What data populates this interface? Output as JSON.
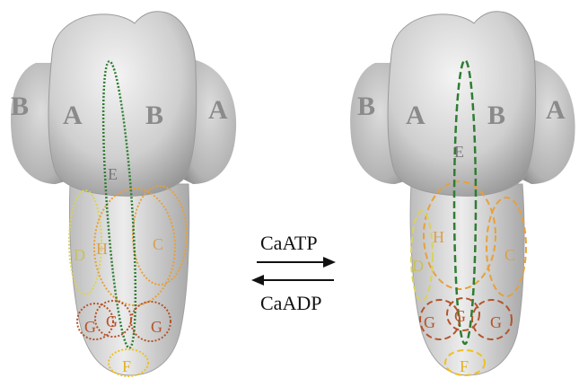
{
  "left_model": {
    "heads": {
      "b_left": "B",
      "a_left": "A",
      "b_right": "B",
      "a_right": "A"
    },
    "regions": {
      "e": "E",
      "d": "D",
      "h": "H",
      "c": "C",
      "g_left": "G",
      "g_mid": "G",
      "g_right": "G",
      "f": "F"
    }
  },
  "right_model": {
    "heads": {
      "b_left": "B",
      "a_left": "A",
      "b_right": "B",
      "a_right": "A"
    },
    "regions": {
      "e": "E",
      "h": "H",
      "d": "D",
      "c": "C",
      "g_left": "G",
      "g_mid": "G",
      "g_right": "G",
      "f": "F"
    }
  },
  "reaction": {
    "forward_label": "CaATP",
    "reverse_label": "CaADP"
  },
  "colors": {
    "protein": "#d4d4d4",
    "region_e": "#2e7d32",
    "region_c_h": "#e6a13a",
    "region_d": "#d9d35a",
    "region_g": "#b5532a",
    "region_f": "#f0c020",
    "head_label": "#8a8a8a"
  }
}
